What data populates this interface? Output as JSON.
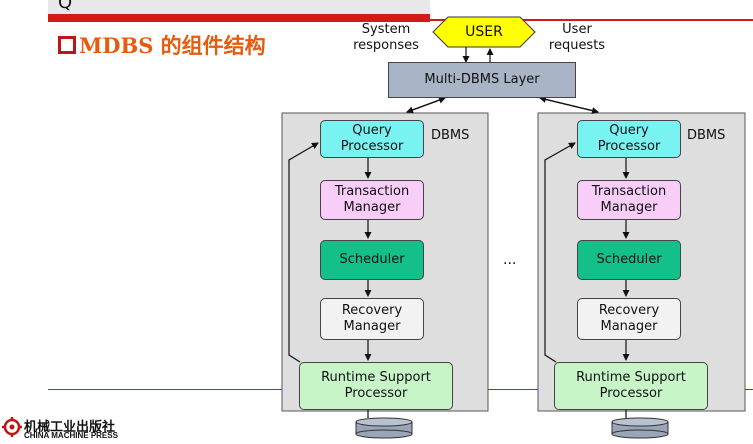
{
  "slide": {
    "corner_glyph": "Q",
    "title": "MDBS 的组件结构",
    "logo_cn": "机械工业出版社",
    "logo_en": "CHINA MACHINE PRESS"
  },
  "diagram": {
    "user": "USER",
    "system_responses": "System\nresponses",
    "user_requests": "User\nrequests",
    "mdbs_layer": "Multi-DBMS Layer",
    "ellipsis": "...",
    "dbms_stacks": [
      {
        "dbms_label": "DBMS",
        "query_processor": "Query\nProcessor",
        "transaction_manager": "Transaction\nManager",
        "scheduler": "Scheduler",
        "recovery_manager": "Recovery\nManager",
        "runtime_support": "Runtime Support\nProcessor"
      },
      {
        "dbms_label": "DBMS",
        "query_processor": "Query\nProcessor",
        "transaction_manager": "Transaction\nManager",
        "scheduler": "Scheduler",
        "recovery_manager": "Recovery\nManager",
        "runtime_support": "Runtime Support\nProcessor"
      }
    ]
  },
  "colors": {
    "accent_red": "#d21a1a",
    "title_orange": "#e85a0c",
    "user_yellow": "#ffff00",
    "query_cyan": "#79f2f2",
    "transaction_pink": "#f8cdf8",
    "scheduler_green": "#13c08a",
    "runtime_lightgreen": "#c8f5c8",
    "mdbs_gray_blue": "#a9b5c6"
  }
}
